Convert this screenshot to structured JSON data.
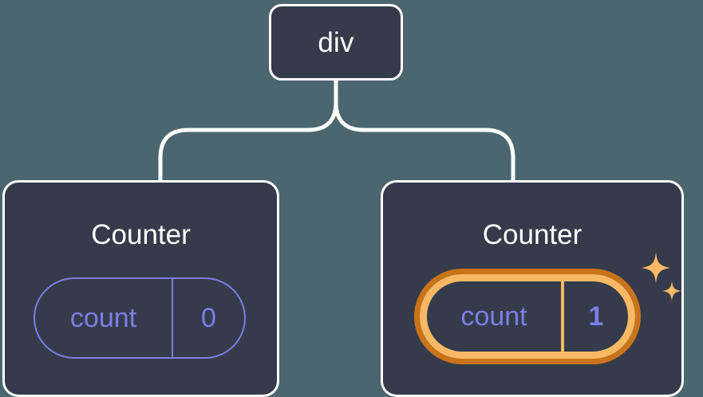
{
  "diagram": {
    "type": "component-tree",
    "background_color": "#4b666f",
    "node_fill_color": "#353b4a",
    "node_border_color": "#ffffff",
    "connector_color": "#ffffff",
    "state_color": "#7b7fe8",
    "highlight_outer_color": "#c9741a",
    "highlight_inner_color": "#f9b864",
    "title_color": "#ffffff"
  },
  "root": {
    "label": "div"
  },
  "children": [
    {
      "title": "Counter",
      "state": {
        "key": "count",
        "value": "0"
      },
      "highlighted": false
    },
    {
      "title": "Counter",
      "state": {
        "key": "count",
        "value": "1"
      },
      "highlighted": true,
      "sparkle_icons": [
        "sparkle-large",
        "sparkle-small"
      ]
    }
  ]
}
